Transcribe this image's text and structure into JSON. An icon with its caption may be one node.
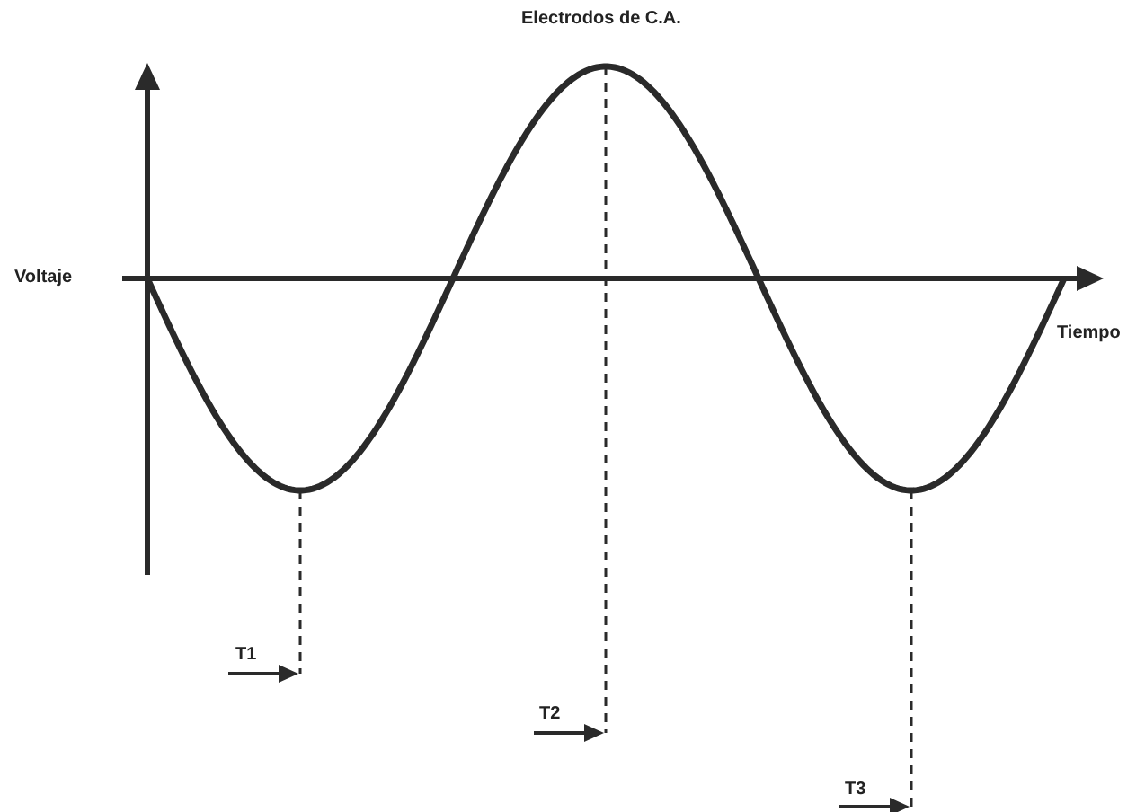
{
  "diagram": {
    "title": "Electrodos de C.A.",
    "labels": [
      "Voltaje",
      "Tiempo",
      "T1",
      "T2",
      "T3"
    ]
  }
}
